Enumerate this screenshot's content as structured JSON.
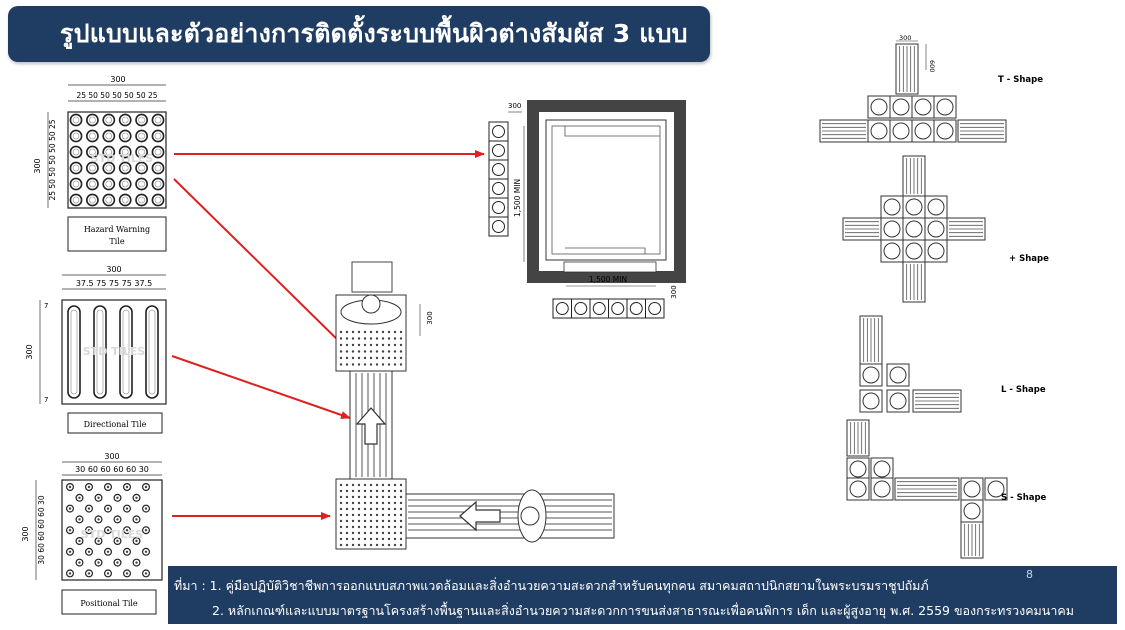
{
  "title": "รูปแบบและตัวอย่างการติดตั้งระบบพื้นผิวต่างสัมผัส 3 แบบ",
  "tiles": [
    {
      "name": "Hazard Warning Tile",
      "label_line1": "Hazard Warning",
      "label_line2": "Tile",
      "width_label": "300",
      "top_dims": "25 50 50 50 50 50 25",
      "height_label": "300",
      "side_dims": "25 50 50 50 50 50 25"
    },
    {
      "name": "Directional Tile",
      "label_line1": "Directional Tile",
      "width_label": "300",
      "top_dims": "37.5 75 75 75 37.5",
      "height_label": "300",
      "edge_dim": "7"
    },
    {
      "name": "Positional Tile",
      "label_line1": "Positional Tile",
      "width_label": "300",
      "top_dims": "30 60 60 60 60 30",
      "height_label": "300",
      "side_dims": "30 60 60 60 60 30"
    }
  ],
  "watermark": "STD TILES",
  "elevator": {
    "top_dim": "300",
    "depth_label": "1,500 MIN",
    "width_label": "1,500 MIN",
    "bottom_dim": "300"
  },
  "walk_dim": "300",
  "shapes": [
    {
      "label": "T - Shape",
      "dim_top": "300",
      "dim_side": "600"
    },
    {
      "label": "+ Shape"
    },
    {
      "label": "L - Shape"
    },
    {
      "label": "S - Shape"
    }
  ],
  "source": {
    "prefix": "ที่มา :",
    "line1": "1. คู่มือปฏิบัติวิชาชีพการออกแบบสภาพแวดล้อมและสิ่งอำนวยความสะดวกสำหรับคนทุกคน สมาคมสถาปนิกสยามในพระบรมราชูปถัมภ์",
    "line2": "2. หลักเกณฑ์และแบบมาตรฐานโครงสร้างพื้นฐานและสิ่งอำนวยความสะดวกการขนส่งสาธารณะเพื่อคนพิการ เด็ก และผู้สูงอายุ พ.ศ. 2559 ของกระทรวงคมนาคม"
  },
  "page_number": "8",
  "colors": {
    "title_bg": "#1f3c63",
    "arrow": "#e02020",
    "line": "#333333"
  }
}
